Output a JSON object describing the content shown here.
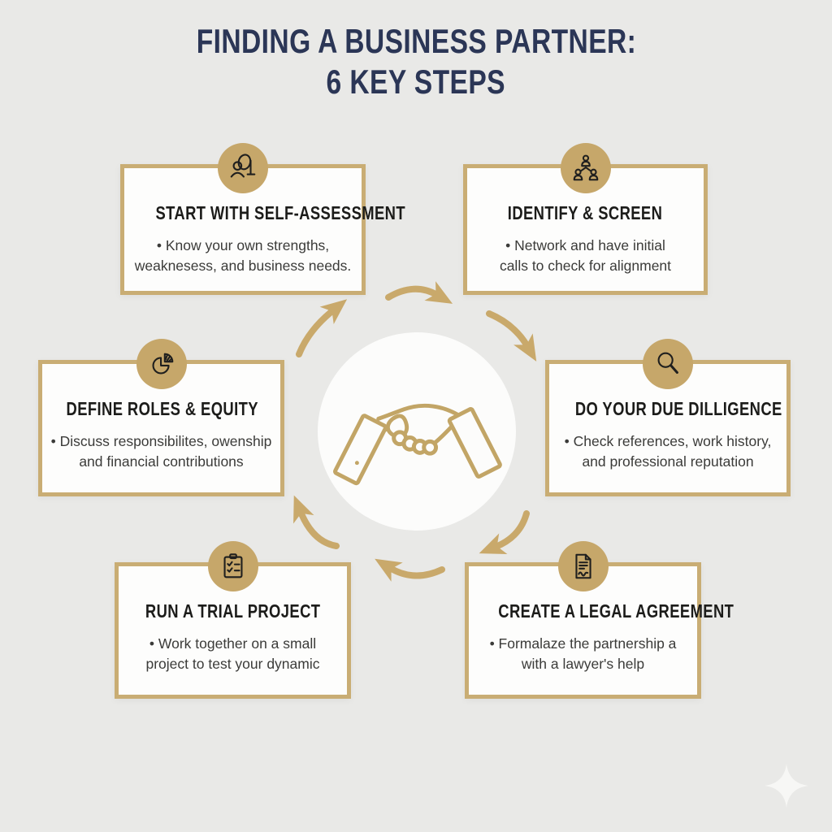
{
  "title": {
    "line1": "FINDING A BUSINESS PARTNER:",
    "line2": "6 KEY STEPS"
  },
  "center": {
    "icon": "handshake-icon"
  },
  "steps": [
    {
      "icon": "self-assessment-icon",
      "heading": "START WITH SELF-ASSESSMENT",
      "body_lines": [
        "• Know your own strengths,",
        "weaknesess, and business needs."
      ]
    },
    {
      "icon": "network-people-icon",
      "heading": "IDENTIFY & SCREEN",
      "body_lines": [
        "• Network and have initial",
        "calls to check for alignment"
      ]
    },
    {
      "icon": "pie-chart-icon",
      "heading": "DEFINE ROLES & EQUITY",
      "body_lines": [
        "• Discuss responsibilites, owenship",
        "and financial contributions"
      ]
    },
    {
      "icon": "magnifying-glass-icon",
      "heading": "DO YOUR DUE DILLIGENCE",
      "body_lines": [
        "• Check references, work history,",
        "and professional reputation"
      ]
    },
    {
      "icon": "clipboard-checklist-icon",
      "heading": "RUN A TRIAL PROJECT",
      "body_lines": [
        "• Work together on a small",
        "project to test your dynamic"
      ]
    },
    {
      "icon": "signed-document-icon",
      "heading": "CREATE A LEGAL AGREEMENT",
      "body_lines": [
        "• Formalaze the partnership a",
        "with a lawyer's help"
      ]
    }
  ],
  "colors": {
    "background": "#e9e9e7",
    "gold": "#c6a76a",
    "arrow_gold": "#c9a96b",
    "box_border": "#c9ad74",
    "title_navy": "#2b3656",
    "heading_black": "#1c1c1a",
    "body_text": "#3b3b39",
    "box_white": "#fdfdfc"
  }
}
